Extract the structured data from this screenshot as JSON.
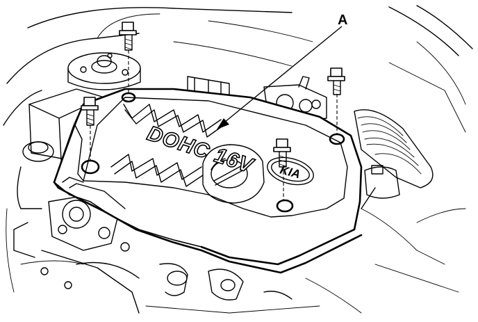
{
  "diagram": {
    "callout_label": "A",
    "cover_text": "DOHC 16V",
    "logo_text": "KIA"
  }
}
